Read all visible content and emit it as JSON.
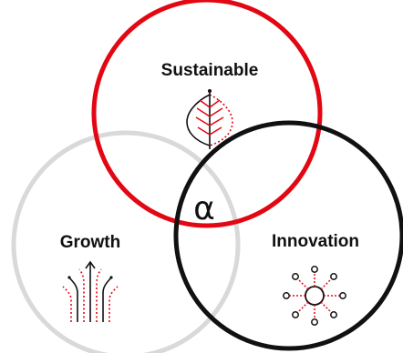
{
  "diagram": {
    "center_symbol": "α",
    "circles": [
      {
        "id": "sustainable",
        "label": "Sustainable",
        "color": "#e30613",
        "icon": "leaf-icon"
      },
      {
        "id": "growth",
        "label": "Growth",
        "color": "#d9d9d9",
        "icon": "growth-arrows-icon"
      },
      {
        "id": "innovation",
        "label": "Innovation",
        "color": "#111111",
        "icon": "network-hub-icon"
      }
    ],
    "colors": {
      "red": "#e30613",
      "grey": "#d9d9d9",
      "black": "#111111"
    }
  }
}
